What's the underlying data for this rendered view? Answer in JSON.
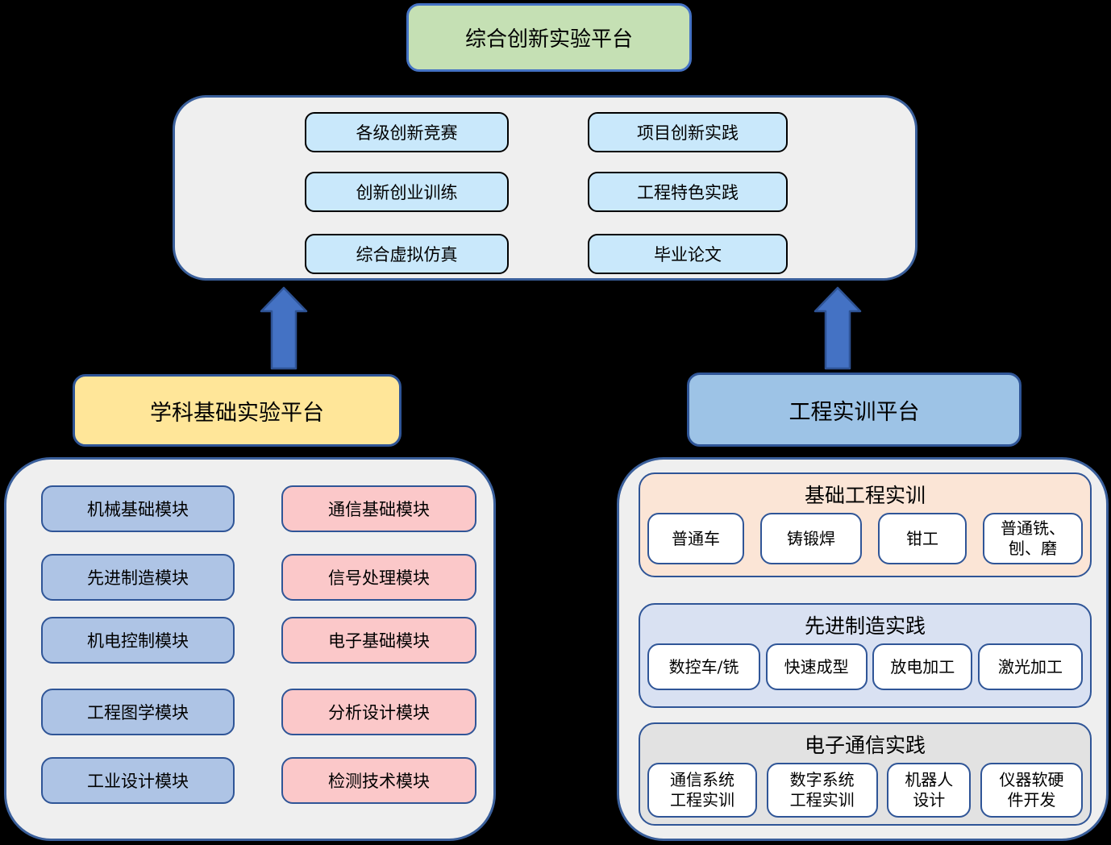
{
  "colors": {
    "background": "#000000",
    "container_fill": "#EFEFEF",
    "container_border": "#3A5F9B",
    "top_platform_fill": "#C5E0B4",
    "top_platform_border": "#4472C4",
    "innovation_item_fill": "#C9E8FB",
    "innovation_item_border": "#000000",
    "arrow_fill": "#4472C4",
    "arrow_border": "#2E5395",
    "left_platform_fill": "#FFE699",
    "right_platform_fill": "#9DC3E6",
    "small_box_border": "#2F5597",
    "module_blue_fill": "#AEC4E5",
    "module_pink_fill": "#FBC8C9",
    "section_basic_fill": "#FBE5D6",
    "section_advanced_fill": "#D9E1F2",
    "section_electronic_fill": "#E2E2E2",
    "sub_item_fill": "#FFFFFF"
  },
  "top_platform": {
    "label": "综合创新实验平台"
  },
  "innovation": {
    "left_items": [
      "各级创新竞赛",
      "创新创业训练",
      "综合虚拟仿真"
    ],
    "right_items": [
      "项目创新实践",
      "工程特色实践",
      "毕业论文"
    ]
  },
  "left_platform": {
    "label": "学科基础实验平台",
    "blue_modules": [
      "机械基础模块",
      "先进制造模块",
      "机电控制模块",
      "工程图学模块",
      "工业设计模块"
    ],
    "pink_modules": [
      "通信基础模块",
      "信号处理模块",
      "电子基础模块",
      "分析设计模块",
      "检测技术模块"
    ]
  },
  "right_platform": {
    "label": "工程实训平台",
    "sections": [
      {
        "title": "基础工程实训",
        "items": [
          "普通车",
          "铸锻焊",
          "钳工",
          "普通铣、\n刨、磨"
        ]
      },
      {
        "title": "先进制造实践",
        "items": [
          "数控车/铣",
          "快速成型",
          "放电加工",
          "激光加工"
        ]
      },
      {
        "title": "电子通信实践",
        "items": [
          "通信系统\n工程实训",
          "数字系统\n工程实训",
          "机器人\n设计",
          "仪器软硬\n件开发"
        ]
      }
    ]
  }
}
